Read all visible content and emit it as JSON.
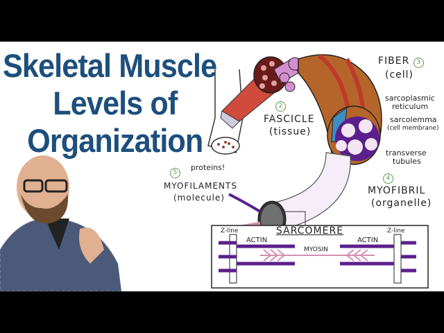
{
  "title": {
    "line1": "Skeletal Muscle",
    "line2": "Levels of",
    "line3": "Organization"
  },
  "labels": {
    "fascicle": {
      "number": "2",
      "name": "Fascicle",
      "sub": "(tissue)"
    },
    "fiber": {
      "number": "3",
      "name": "Fiber",
      "sub": "(cell)"
    },
    "sarcoplasmic": {
      "line1": "sarcoplasmic",
      "line2": "reticulum"
    },
    "sarcolemma": {
      "line1": "sarcolemma",
      "line2": "(cell membrane)"
    },
    "transverse": {
      "line1": "transverse",
      "line2": "tubules"
    },
    "myofibril": {
      "number": "4",
      "name": "Myofibril",
      "sub": "(organelle)"
    },
    "myofilaments": {
      "number": "5",
      "note": "proteins!",
      "name": "Myofilaments",
      "sub": "(molecule)"
    }
  },
  "sarcomere": {
    "title": "SARCOMERE",
    "zline_left": "Z-line",
    "zline_right": "Z-line",
    "actin_left": "ACTIN",
    "actin_right": "ACTIN",
    "myosin": "MYOSIN"
  },
  "colors": {
    "title": "#1d4f7c",
    "actin": "#5a1f8c",
    "myosin": "#d48fb0",
    "fiber": "#b5652a",
    "muscle": "#c0392b",
    "number": "#5a9a4a"
  }
}
